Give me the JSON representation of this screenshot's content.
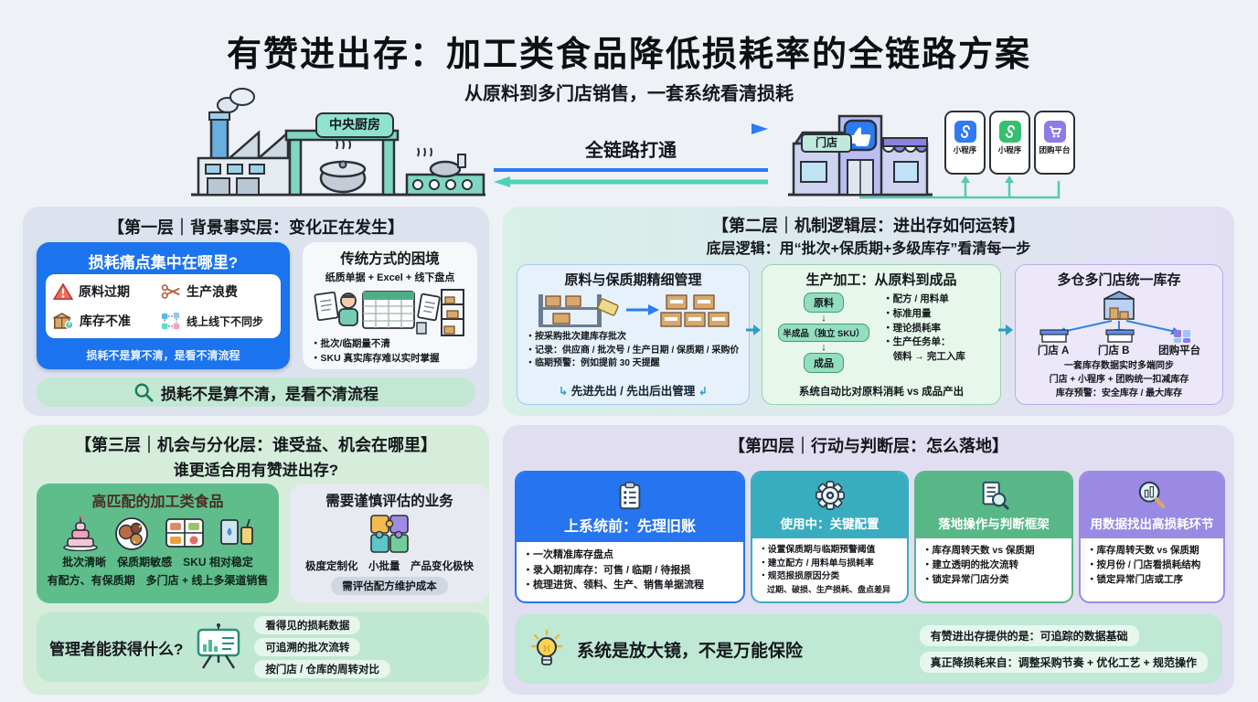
{
  "page": {
    "bg": "#eef1f6",
    "accent_blue": "#1b73ee",
    "accent_green": "#5fbd8c",
    "accent_mint": "#c2e7d3"
  },
  "header": {
    "title": "有赞进出存：加工类食品降低损耗率的全链路方案",
    "subtitle": "从原料到多门店销售，一套系统看清损耗"
  },
  "hero": {
    "factory_label": "中央厨房",
    "link_label": "全链路打通",
    "store_label": "门店",
    "phones": [
      {
        "label": "小程序",
        "color": "#2f7bf3"
      },
      {
        "label": "小程序",
        "color": "#35c06f"
      },
      {
        "label": "团购平台",
        "color": "#8d7bea"
      }
    ]
  },
  "layer1": {
    "title": "【第一层｜背景事实层：变化正在发生】",
    "pain": {
      "title": "损耗痛点集中在哪里?",
      "items": [
        {
          "icon": "warning-icon",
          "label": "原料过期"
        },
        {
          "icon": "scissors-icon",
          "label": "生产浪费"
        },
        {
          "icon": "box-icon",
          "label": "库存不准"
        },
        {
          "icon": "sync-icon",
          "label": "线上线下不同步"
        }
      ],
      "footer": "损耗不是算不清，是看不清流程"
    },
    "dilemma": {
      "title": "传统方式的困境",
      "subtitle": "纸质单据 + Excel + 线下盘点",
      "bullets": [
        "批次/临期量不清",
        "SKU 真实库存难以实时掌握"
      ]
    },
    "banner": "损耗不是算不清，是看不清流程"
  },
  "layer2": {
    "title": "【第二层｜机制逻辑层：进出存如何运转】",
    "subtitle": "底层逻辑：用“批次+保质期+多级库存”看清每一步",
    "material": {
      "title": "原料与保质期精细管理",
      "bullets": [
        "按采购批次建库存批次",
        "记录：供应商 / 批次号 / 生产日期 / 保质期 / 采购价",
        "临期预警：例如提前 30 天提醒"
      ],
      "footer": "先进先出 / 先出后出管理"
    },
    "production": {
      "title": "生产加工：从原料到成品",
      "flow": [
        "原料",
        "半成品（独立 SKU）",
        "成品"
      ],
      "bullets": [
        "配方 / 用料单",
        "标准用量",
        "理论损耗率",
        "生产任务单："
      ],
      "sub": "领料 → 完工入库",
      "footer": "系统自动比对原料消耗 vs 成品产出"
    },
    "inventory": {
      "title": "多仓多门店统一库存",
      "nodes": [
        "门店 A",
        "门店 B",
        "团购平台"
      ],
      "lines": [
        "一套库存数据实时多端同步",
        "门店 + 小程序 + 团购统一扣减库存",
        "库存预警：安全库存 / 最大库存"
      ]
    }
  },
  "layer3": {
    "title": "【第三层｜机会与分化层：谁受益、机会在哪里】",
    "subtitle": "谁更适合用有赞进出存?",
    "fit": {
      "title": "高匹配的加工类食品",
      "line1": "批次清晰　保质期敏感　SKU 相对稳定",
      "line2": "有配方、有保质期　多门店 + 线上多渠道销售"
    },
    "caution": {
      "title": "需要谨慎评估的业务",
      "line1": "极度定制化　小批量　产品变化极快",
      "badge": "需评估配方维护成本"
    },
    "gains": {
      "title": "管理者能获得什么?",
      "pills": [
        "看得见的损耗数据",
        "可追溯的批次流转",
        "按门店 / 仓库的周转对比"
      ]
    }
  },
  "layer4": {
    "title": "【第四层｜行动与判断层：怎么落地】",
    "cards": [
      {
        "title": "上系统前：先理旧账",
        "color": "#2674ef",
        "bullets": [
          "一次精准库存盘点",
          "录入期初库存：可售 / 临期 / 待报损",
          "梳理进货、领料、生产、销售单据流程"
        ]
      },
      {
        "title": "使用中：关键配置",
        "color": "#38adc0",
        "bullets": [
          "设置保质期与临期预警阈值",
          "建立配方 / 用料单与损耗率",
          "规范报损原因分类"
        ],
        "sub": "过期、破损、生产损耗、盘点差异"
      },
      {
        "title": "落地操作与判断框架",
        "color": "#57b787",
        "bullets": [
          "库存周转天数 vs 保质期",
          "建立透明的批次流转",
          "锁定异常门店分类"
        ]
      },
      {
        "title": "用数据找出高损耗环节",
        "color": "#9a8ae3",
        "bullets": [
          "库存周转天数 vs 保质期",
          "按月份 / 门店看损耗结构",
          "锁定异常门店或工序"
        ]
      }
    ],
    "banner": {
      "text": "系统是放大镜，不是万能保险",
      "pills": [
        "有赞进出存提供的是：可追踪的数据基础",
        "真正降损耗来自：调整采购节奏 + 优化工艺 + 规范操作"
      ]
    }
  }
}
